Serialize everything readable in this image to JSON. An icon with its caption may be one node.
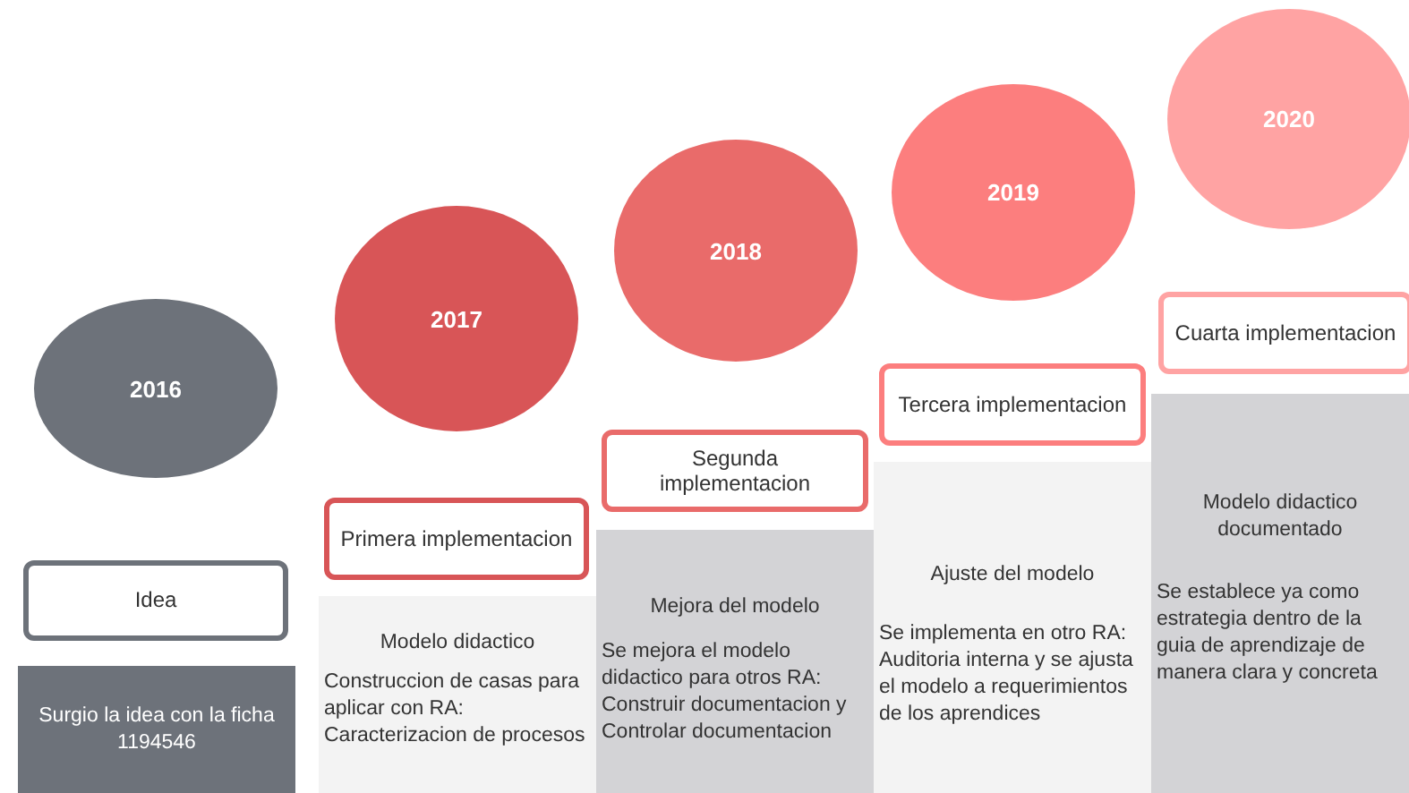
{
  "diagram": {
    "nodes": [
      {
        "text": [
          "2016"
        ]
      },
      {
        "text": [
          "Idea"
        ]
      },
      {
        "text": [
          "Surgio la idea con la ficha 1194546"
        ]
      },
      {
        "text": [
          "2017"
        ]
      },
      {
        "text": [
          "Primera implementacion"
        ]
      },
      {
        "text": [
          "Modelo didactico",
          "Construccion de casas para aplicar con RA: Caracterizacion de procesos"
        ]
      },
      {
        "text": [
          "2018"
        ]
      },
      {
        "text": [
          "Segunda implementacion"
        ]
      },
      {
        "text": [
          "Mejora del modelo",
          "Se mejora el modelo didactico para otros RA: Construir documentacion y Controlar documentacion"
        ]
      },
      {
        "text": [
          "2019"
        ]
      },
      {
        "text": [
          "Tercera implementacion"
        ]
      },
      {
        "text": [
          "Ajuste del modelo",
          "Se implementa en otro RA: Auditoria interna y se ajusta el modelo a requerimientos de los aprendices"
        ]
      },
      {
        "text": [
          "2020"
        ]
      },
      {
        "text": [
          "Cuarta implementacion"
        ]
      },
      {
        "text": [
          "Modelo didactico documentado",
          "Se establece ya como estrategia dentro de la guia de aprendizaje de manera clara y concreta"
        ]
      }
    ]
  }
}
